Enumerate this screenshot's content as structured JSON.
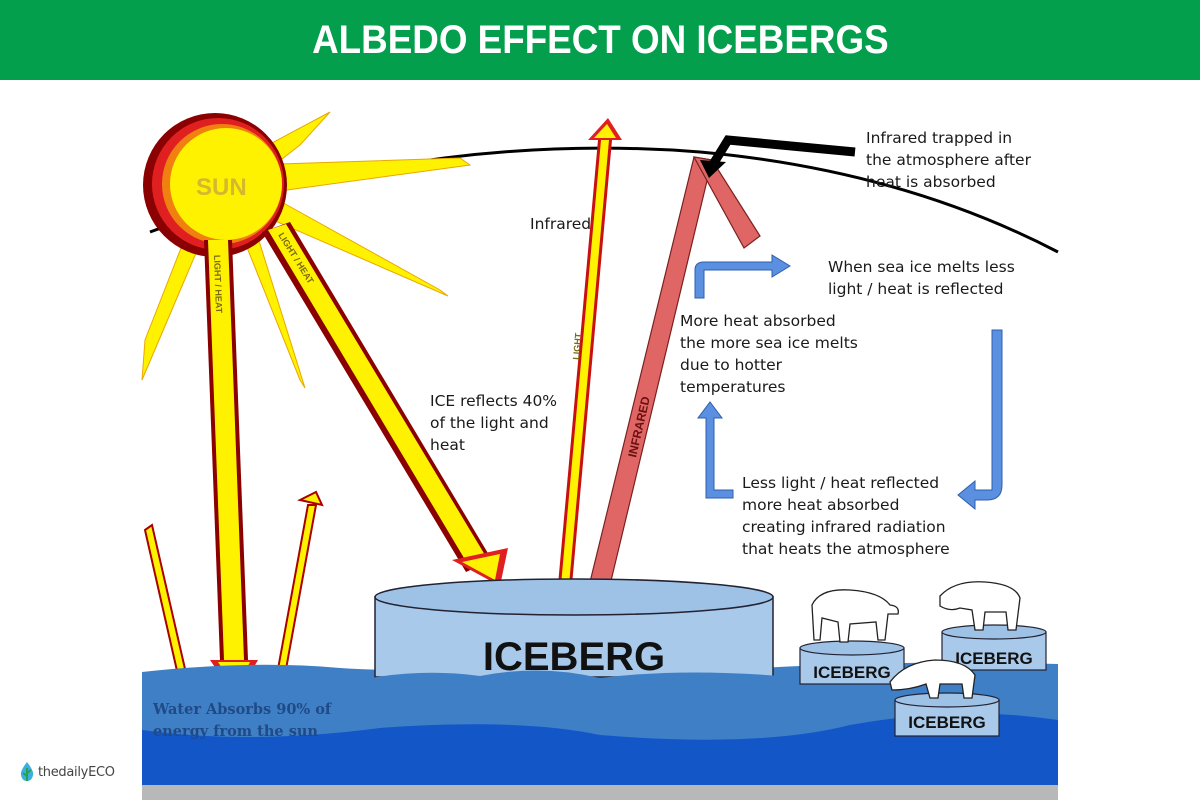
{
  "header": {
    "title": "ALBEDO EFFECT ON ICEBERGS"
  },
  "colors": {
    "header_bg": "#039f4c",
    "sun_yellow": "#fff200",
    "sun_red": "#c8102e",
    "infrared_red": "#e06666",
    "cycle_blue": "#5b8fe0",
    "water_light": "#3f7fc6",
    "water_dark": "#1256c8",
    "ice": "#a9c9ea"
  },
  "sun": {
    "label": "SUN",
    "ray_label_1": "LIGHT / HEAT",
    "ray_label_2": "LIGHT / HEAT"
  },
  "labels": {
    "infrared_trapped": [
      "Infrared trapped in",
      "the atmosphere after",
      "heat is absorbed"
    ],
    "infrared": "Infrared",
    "light_ray": "LIGHT",
    "infrared_ray": "INFRARED",
    "ice_reflects": [
      "ICE reflects 40%",
      "of the light and",
      "heat"
    ],
    "sea_ice_melts": [
      "When sea ice melts less",
      "light / heat is reflected"
    ],
    "more_heat": [
      "More heat absorbed",
      "the more sea ice melts",
      "due to hotter",
      "temperatures"
    ],
    "less_light": [
      "Less light / heat reflected",
      "more heat absorbed",
      "creating infrared radiation",
      "that heats the atmosphere"
    ],
    "water_absorbs": [
      "Water Absorbs 90% of",
      "energy from the sun"
    ]
  },
  "icebergs": {
    "main": "ICEBERG",
    "small_1": "ICEBERG",
    "small_2": "ICEBERG",
    "small_3": "ICEBERG"
  },
  "logo": {
    "text": "thedailyECO",
    "icon": "water-drop-leaf-icon"
  }
}
